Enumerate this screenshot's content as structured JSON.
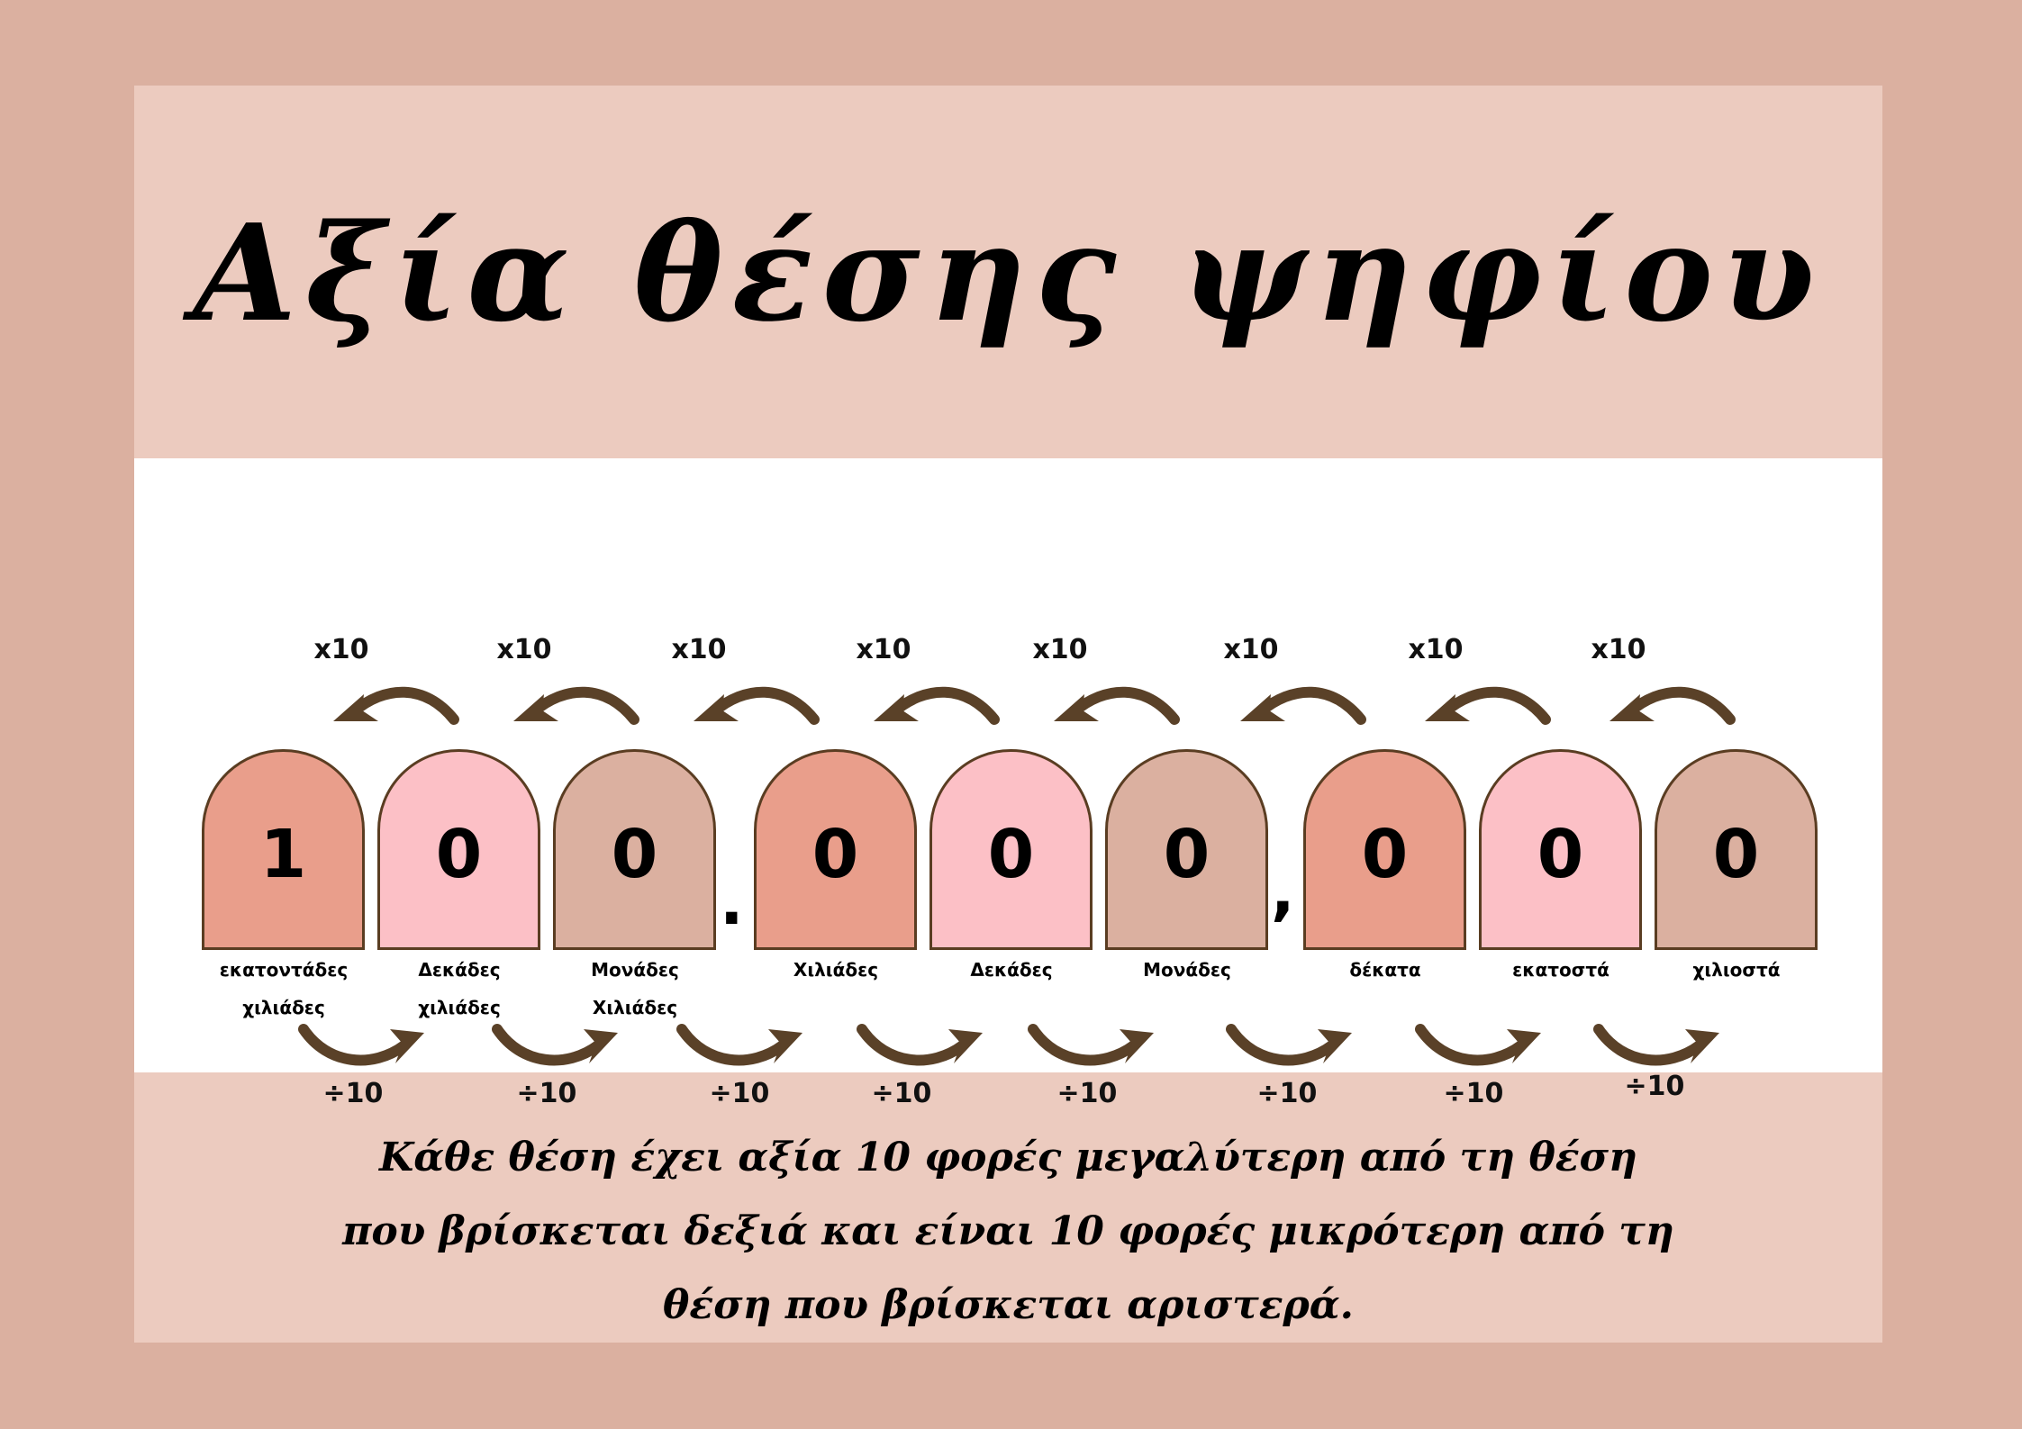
{
  "title": "Αξία θέσης ψηφίου",
  "multiplier_labels": [
    "x10",
    "x10",
    "x10",
    "x10",
    "x10",
    "x10",
    "x10",
    "x10"
  ],
  "divider_labels": [
    "÷10",
    "÷10",
    "÷10",
    "÷10",
    "÷10",
    "÷10",
    "÷10",
    "÷10"
  ],
  "digits": [
    "1",
    "0",
    "0",
    "0",
    "0",
    "0",
    "0",
    "0",
    "0"
  ],
  "separators": {
    "thousands": ".",
    "decimal": ","
  },
  "place_labels": [
    [
      "εκατοντάδες",
      "χιλιάδες"
    ],
    [
      "Δεκάδες",
      "χιλιάδες"
    ],
    [
      "Μονάδες",
      "Χιλιάδες"
    ],
    [
      "Χιλιάδες"
    ],
    [
      "Δεκάδες"
    ],
    [
      "Μονάδες"
    ],
    [
      "δέκατα"
    ],
    [
      "εκατοστά"
    ],
    [
      "χιλιοστά"
    ]
  ],
  "note_lines": [
    "Κάθε θέση έχει αξία 10 φορές μεγαλύτερη από τη θέση",
    "που βρίσκεται δεξιά και είναι 10 φορές μικρότερη από τη",
    "θέση που βρίσκεται αριστερά."
  ],
  "colors": {
    "outer": "#dbb0a0",
    "panel": "#eccbbf",
    "band": "#ffffff",
    "arch_cycle": [
      "#e99e8b",
      "#fcc0c6",
      "#dbb0a0"
    ],
    "arrow": "#5a4128"
  }
}
